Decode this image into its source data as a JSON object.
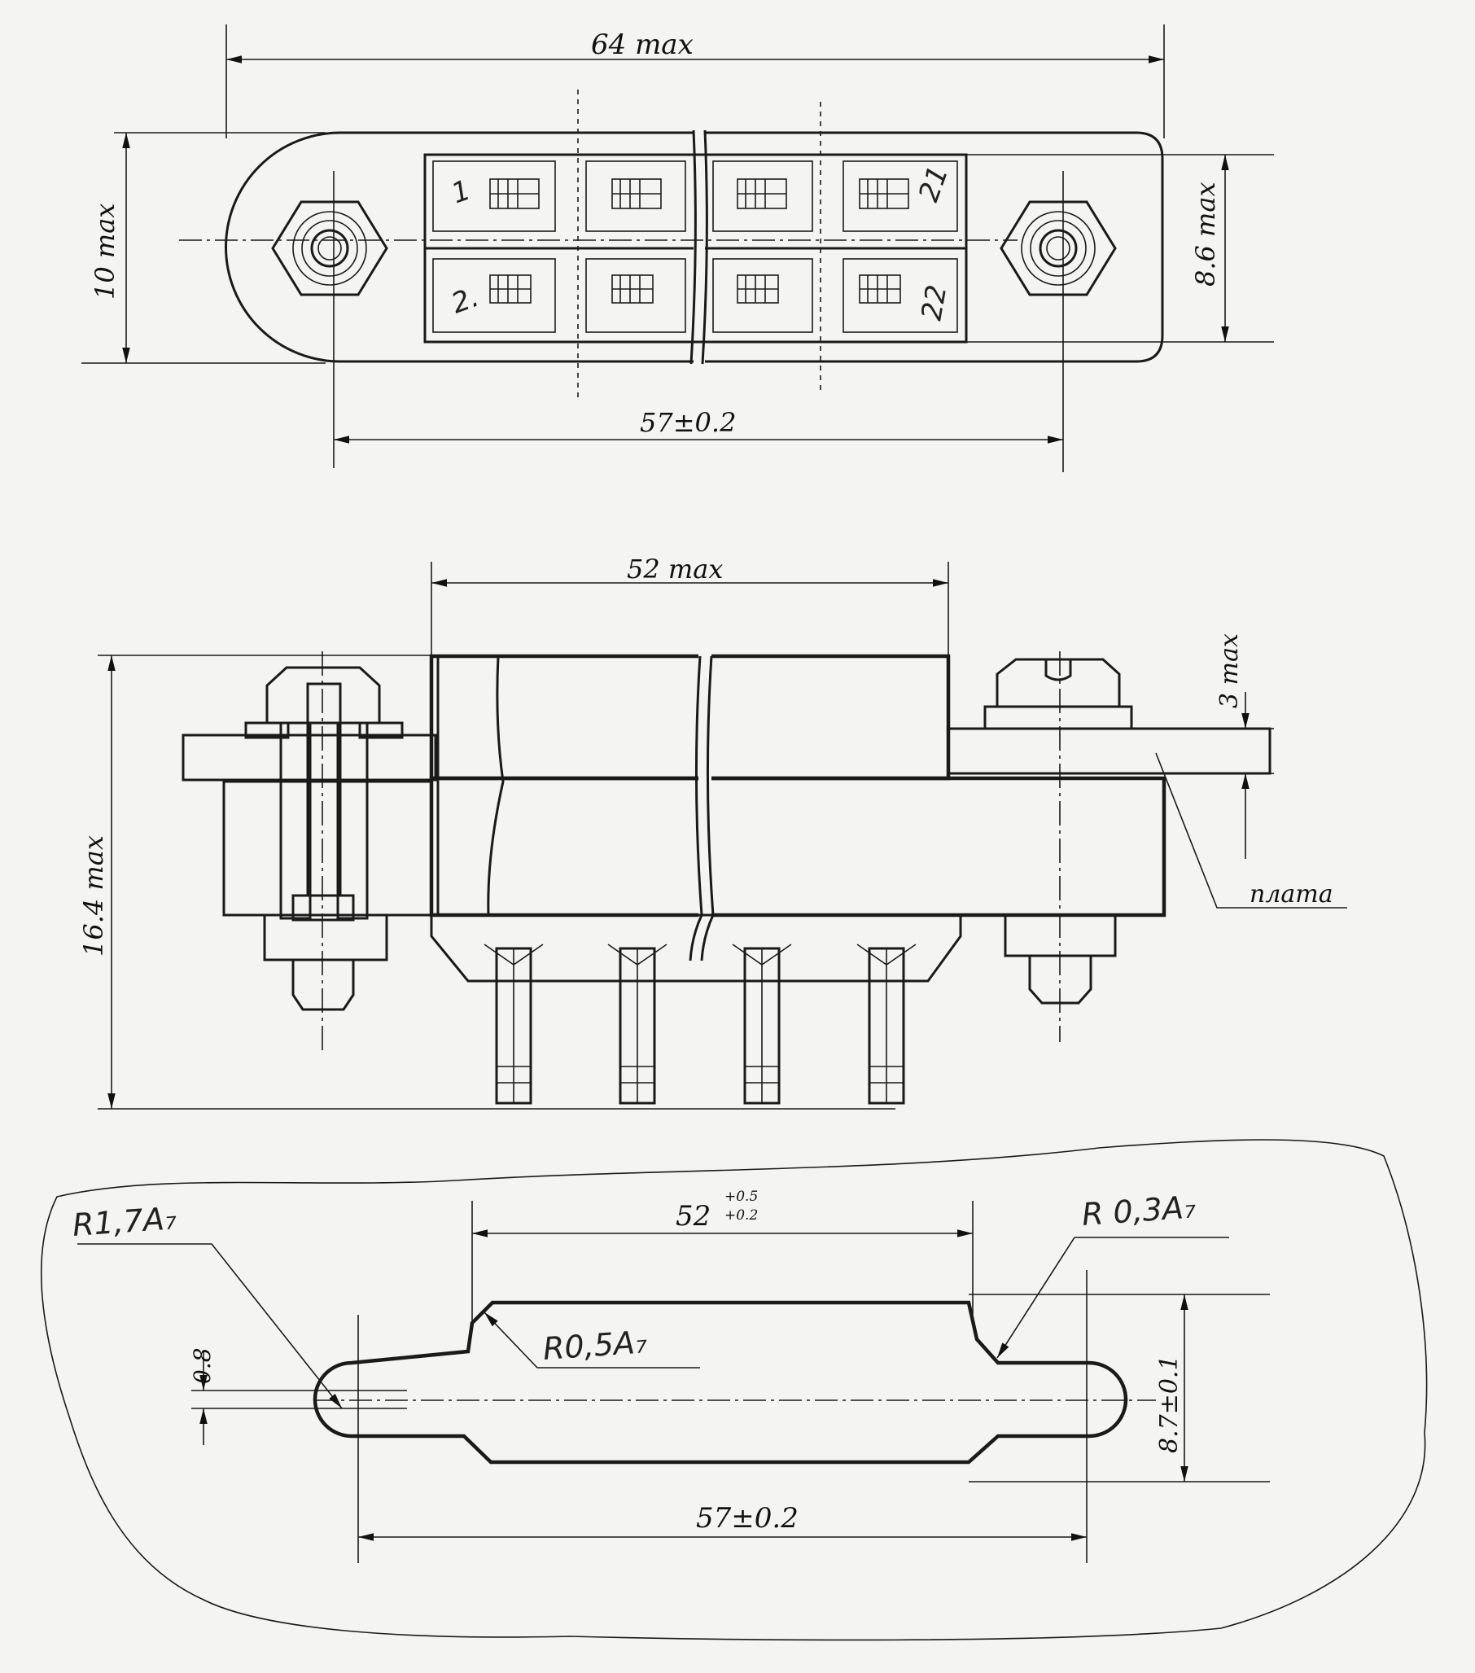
{
  "top_view": {
    "dim_overall_length": "64 max",
    "dim_height": "10 max",
    "dim_contact_block": "8.6 max",
    "dim_mount_pitch": "57±0.2",
    "contact_numbers": [
      "1",
      "2.",
      "21",
      "22"
    ]
  },
  "side_view": {
    "dim_body_length": "52 max",
    "dim_total_height": "16.4 max",
    "dim_board_thickness": "3 max",
    "board_label": "плата"
  },
  "cutout_view": {
    "dim_window_length": "52",
    "tol_upper": "+0.5",
    "tol_lower": "+0.2",
    "dim_mount_pitch": "57±0.2",
    "dim_slot_width": "0.8",
    "dim_window_height": "8.7±0.1",
    "radius_end": "R1,7A₇",
    "radius_corner_small": "R 0,3A₇",
    "radius_corner": "R0,5A₇"
  }
}
